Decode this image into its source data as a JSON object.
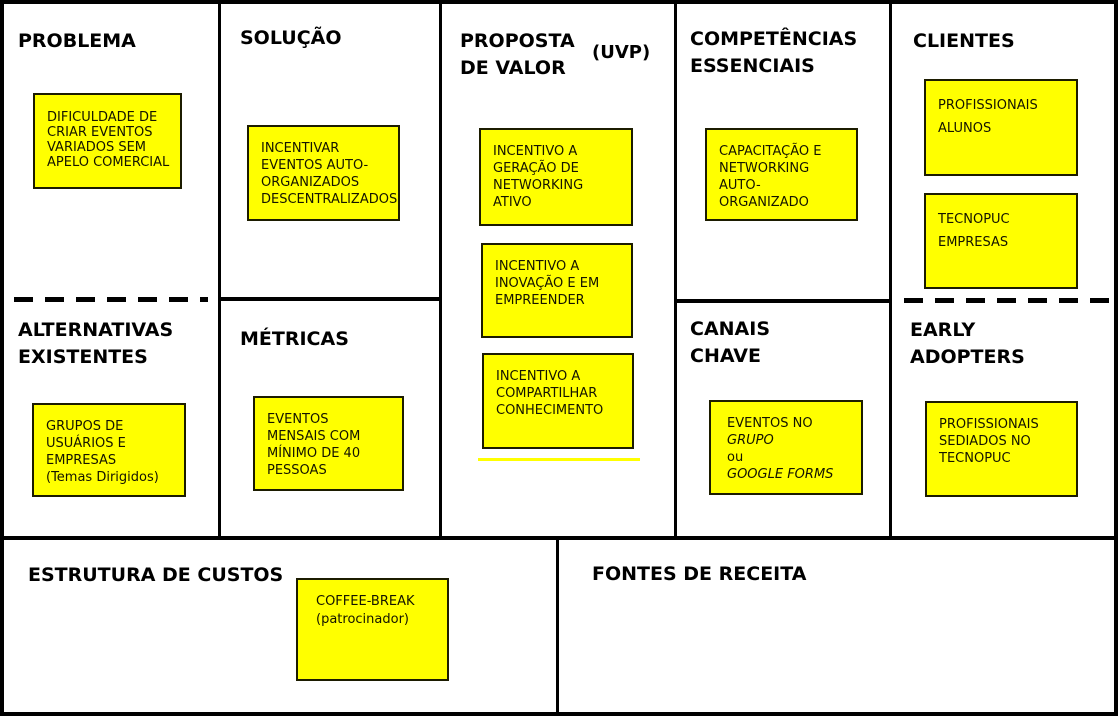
{
  "colors": {
    "note_background": "#ffff00",
    "line": "#000000",
    "canvas_background": "#ffffff",
    "text": "#000000"
  },
  "sections": {
    "problema": {
      "title": [
        "PROBLEMA"
      ],
      "note": [
        "DIFICULDADE DE",
        "CRIAR EVENTOS",
        "VARIADOS SEM",
        "APELO COMERCIAL"
      ]
    },
    "alternativas": {
      "title": [
        "ALTERNATIVAS",
        "EXISTENTES"
      ],
      "note": [
        "GRUPOS DE",
        "USUÁRIOS E",
        "EMPRESAS",
        "(Temas Dirigidos)"
      ]
    },
    "solucao": {
      "title": [
        "SOLUÇÃO"
      ],
      "note": [
        "INCENTIVAR",
        "EVENTOS AUTO-",
        "ORGANIZADOS",
        "DESCENTRALIZADOS"
      ]
    },
    "metricas": {
      "title": [
        "MÉTRICAS"
      ],
      "note": [
        "EVENTOS",
        "MENSAIS COM",
        "MÍNIMO DE 40",
        "PESSOAS"
      ]
    },
    "proposta": {
      "title": [
        "PROPOSTA",
        "DE VALOR"
      ],
      "uvp": "(UVP)",
      "notes": [
        [
          "INCENTIVO A",
          "GERAÇÃO DE",
          "NETWORKING",
          "ATIVO"
        ],
        [
          "INCENTIVO A",
          "INOVAÇÃO E EM",
          "EMPREENDER"
        ],
        [
          "INCENTIVO A",
          "COMPARTILHAR",
          "CONHECIMENTO"
        ]
      ]
    },
    "competencias": {
      "title": [
        "COMPETÊNCIAS",
        "ESSENCIAIS"
      ],
      "note": [
        "CAPACITAÇÃO E",
        "NETWORKING",
        "AUTO-",
        "ORGANIZADO"
      ]
    },
    "canais": {
      "title": [
        "CANAIS",
        "CHAVE"
      ],
      "note": [
        "EVENTOS NO",
        "GRUPO",
        "ou",
        "GOOGLE FORMS"
      ]
    },
    "clientes": {
      "title": [
        "CLIENTES"
      ],
      "notes": [
        [
          "PROFISSIONAIS",
          "ALUNOS"
        ],
        [
          "TECNOPUC",
          "EMPRESAS"
        ]
      ]
    },
    "early_adopters": {
      "title": [
        "EARLY",
        "ADOPTERS"
      ],
      "note": [
        "PROFISSIONAIS",
        "SEDIADOS NO",
        "TECNOPUC"
      ]
    },
    "custos": {
      "title": [
        "ESTRUTURA DE CUSTOS"
      ],
      "note": [
        "COFFEE-BREAK",
        "(patrocinador)"
      ]
    },
    "receita": {
      "title": [
        "FONTES DE RECEITA"
      ]
    }
  }
}
